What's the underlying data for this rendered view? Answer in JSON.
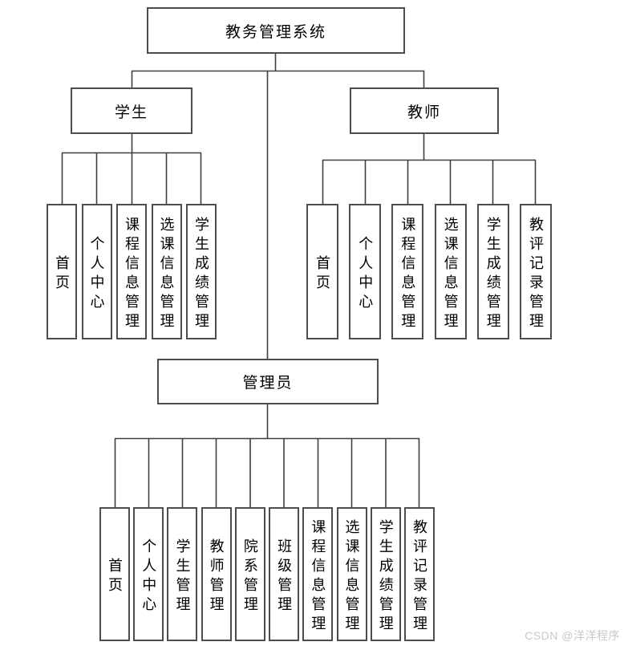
{
  "diagram": {
    "root": {
      "label": "教务管理系统"
    },
    "branches": [
      {
        "label": "学生",
        "children": [
          "首页",
          "个人中心",
          "课程信息管理",
          "选课信息管理",
          "学生成绩管理"
        ]
      },
      {
        "label": "教师",
        "children": [
          "首页",
          "个人中心",
          "课程信息管理",
          "选课信息管理",
          "学生成绩管理",
          "教评记录管理"
        ]
      },
      {
        "label": "管理员",
        "children": [
          "首页",
          "个人中心",
          "学生管理",
          "教师管理",
          "院系管理",
          "班级管理",
          "课程信息管理",
          "选课信息管理",
          "学生成绩管理",
          "教评记录管理"
        ]
      }
    ]
  },
  "watermark": {
    "text": "CSDN @洋洋程序"
  },
  "colors": {
    "line": "#3f3f3f",
    "box_border": "#4d4d4d",
    "text": "#000000",
    "watermark_text": "#c9c9c9",
    "background": "#ffffff"
  }
}
